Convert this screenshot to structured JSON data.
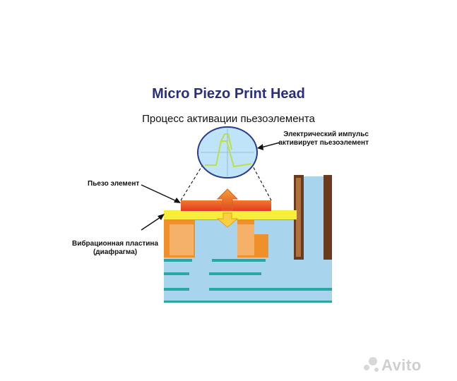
{
  "title": "Micro Piezo Print Head",
  "subtitle": "Процесс активации пьезоэлемента",
  "labels": {
    "pulse_line1": "Электрический импульс",
    "pulse_line2": "активирует пьезоэлемент",
    "piezo": "Пьезо элемент",
    "plate_line1": "Вибрационная пластина",
    "plate_line2": "(диафрагма)"
  },
  "watermark": "Avito",
  "colors": {
    "title": "#2a2f7a",
    "piezo_red": "#e8442a",
    "plate_yellow": "#f6ee3a",
    "orange": "#f0902a",
    "ink_blue": "#a9d4ee",
    "teal": "#2aa7a0",
    "brown": "#6b3b1e",
    "scope_bg": "#bfe3f8",
    "signal": "#b9e04a"
  },
  "icons": [
    "arrow-up-icon",
    "arrow-down-icon",
    "oscilloscope-icon",
    "avito-logo-icon"
  ]
}
